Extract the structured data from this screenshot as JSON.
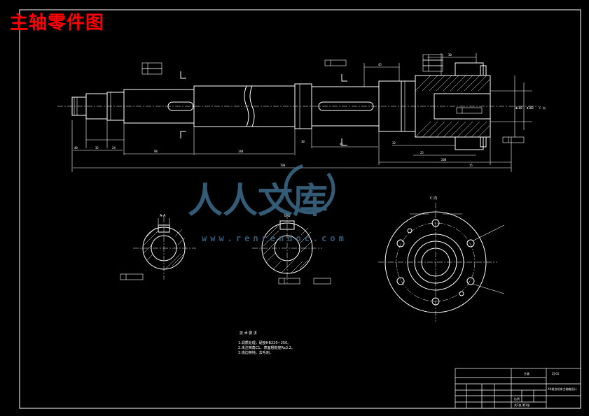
{
  "title": "主轴零件图",
  "colors": {
    "background": "#000000",
    "title": "#ff0000",
    "lines": "#ffffff",
    "watermark": "#3d6b8a"
  },
  "section_labels": {
    "a": "A-A",
    "b": "B-B",
    "c": "C 向"
  },
  "tech_requirements": {
    "heading": "技 术 要 求",
    "items": [
      "1.调质处理，硬度HB220~250。",
      "2.未注倒角C1，表面粗糙度Ra3.2。",
      "3.锐边倒钝，去毛刺。"
    ]
  },
  "watermark": {
    "text": "人人文库",
    "url": "www.renrendoc.com"
  },
  "title_block": {
    "part_name": "主轴",
    "drawing_no": "ZJ-01",
    "assembly_name": "XX组合机床主轴箱设计",
    "scale": "比例",
    "sheet": "共1张 第1张"
  }
}
